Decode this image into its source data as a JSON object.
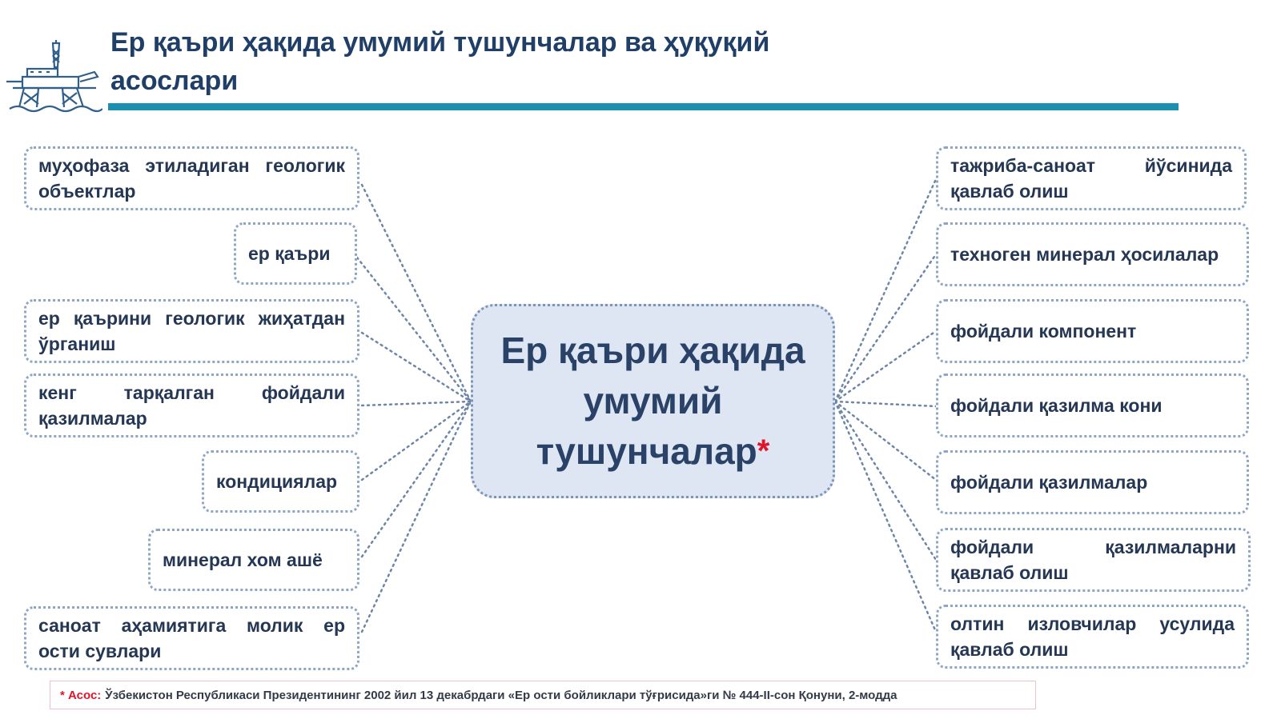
{
  "title": {
    "line1": "Ер қаъри ҳақида умумий тушунчалар ва ҳуқуқий",
    "line2": "асослари"
  },
  "center": {
    "line1": "Ер қаъри ҳақида",
    "line2": "умумий",
    "line3": "тушунчалар",
    "mark": "*"
  },
  "left_items": [
    "муҳофаза этиладиган геологик объектлар",
    "ер қаъри",
    "ер қаърини геологик жиҳатдан ўрганиш",
    "кенг тарқалган фойдали қазилмалар",
    "кондициялар",
    "минерал хом ашё",
    "саноат аҳамиятига молик ер ости сувлари"
  ],
  "right_items": [
    "тажриба-саноат йўсинида қавлаб олиш",
    "техноген минерал ҳосилалар",
    "фойдали компонент",
    "фойдали қазилма кони",
    "фойдали қазилмалар",
    "фойдали қазилмаларни қавлаб олиш",
    "олтин изловчилар усулида қавлаб олиш"
  ],
  "footnote": {
    "label": "* Асос:",
    "text": "Ўзбекистон Республикаси Президентининг 2002 йил 13 декабрдаги «Ер ости бойликлари тўғрисида»ги № 444-II-сон Қонуни, 2-модда"
  },
  "colors": {
    "title": "#1f3f68",
    "rule": "#1b8fae",
    "center_fill": "#dde6f2",
    "border": "#8ea6c3",
    "accent_red": "#e0142b"
  }
}
